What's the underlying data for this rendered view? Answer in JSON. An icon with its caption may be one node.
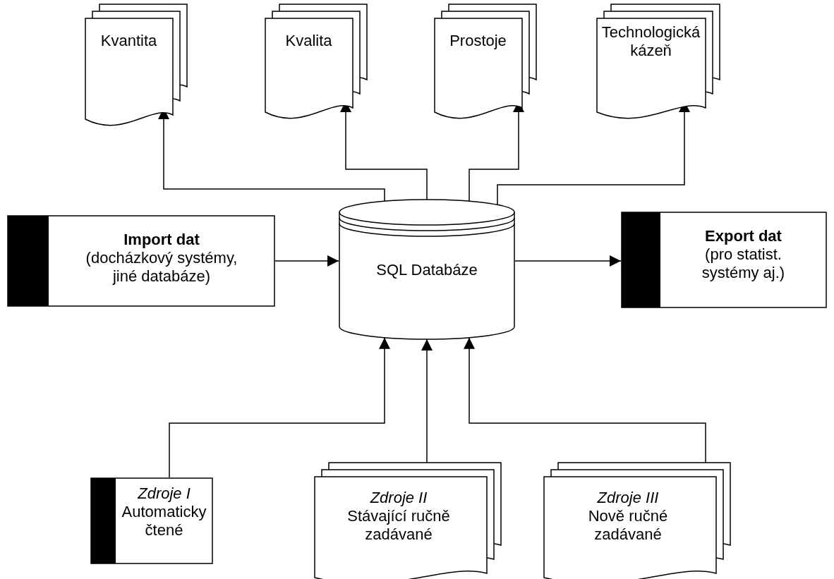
{
  "diagram": {
    "nodes": [
      {
        "text": [
          "Kvantita"
        ]
      },
      {
        "text": [
          "Kvalita"
        ]
      },
      {
        "text": [
          "Prostoje"
        ]
      },
      {
        "text": [
          "Technologická kázeň"
        ]
      },
      {
        "text": [
          "Import dat",
          "(docházkový systémy, jiné databáze)"
        ]
      },
      {
        "text": [
          "SQL Databáze"
        ]
      },
      {
        "text": [
          "Export dat",
          "(pro statist. systémy aj.)"
        ]
      },
      {
        "text": [
          "Zdroje I",
          "Automaticky čtené"
        ]
      },
      {
        "text": [
          "Zdroje II",
          "Stávající ručně zadávané"
        ]
      },
      {
        "text": [
          "Zdroje III",
          "Nově ručné zadávané"
        ]
      }
    ],
    "edges": [
      {
        "from": 5,
        "to": 0,
        "arrow": "to"
      },
      {
        "from": 5,
        "to": 1,
        "arrow": "to"
      },
      {
        "from": 5,
        "to": 2,
        "arrow": "to"
      },
      {
        "from": 5,
        "to": 3,
        "arrow": "to"
      },
      {
        "from": 4,
        "to": 5,
        "arrow": "to"
      },
      {
        "from": 5,
        "to": 6,
        "arrow": "to"
      },
      {
        "from": 7,
        "to": 5,
        "arrow": "to"
      },
      {
        "from": 8,
        "to": 5,
        "arrow": "to"
      },
      {
        "from": 9,
        "to": 5,
        "arrow": "to"
      }
    ]
  }
}
